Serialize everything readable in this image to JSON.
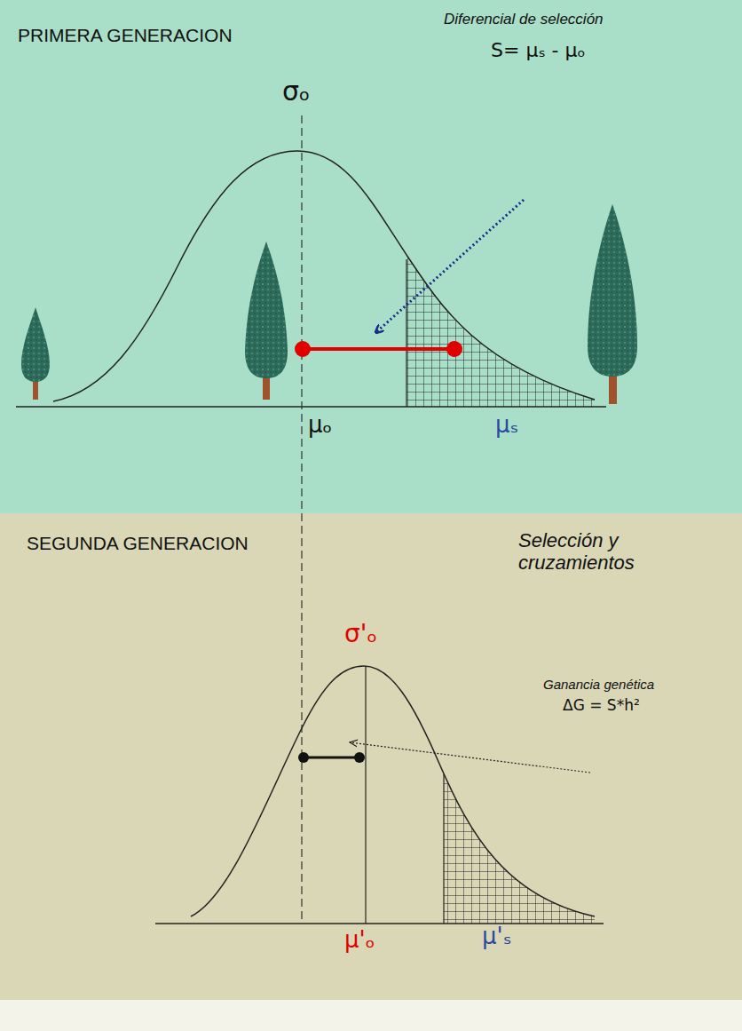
{
  "diagram": {
    "nodes": [
      {
        "text": [
          "PRIMERA GENERACION"
        ]
      },
      {
        "text": [
          "SEGUNDA GENERACION",
          "Selección y cruzamientos"
        ]
      }
    ],
    "labels": [
      "σₒ",
      "Diferencial de selección",
      "S= μₛ - μₒ",
      "μₒ",
      "μₛ",
      "σ'ₒ",
      "Ganancia genética",
      "ΔG = S*h²",
      "μ'ₒ",
      "μ'ₛ"
    ]
  }
}
